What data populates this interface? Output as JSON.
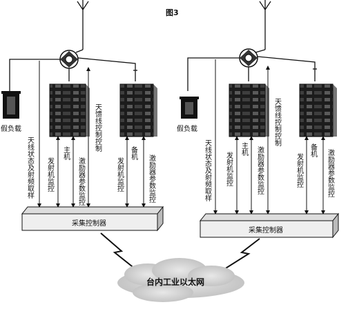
{
  "title": "图3",
  "systems": [
    {
      "dummy_load": "假负载",
      "antenna_status": "天线状态及射频取样",
      "main_tx_monitor": "发射机监控",
      "main_unit": "主机",
      "exciter_monitor_main": "激励器参数监控",
      "feeder_control": "天馈线控制控制",
      "backup_tx_monitor": "发射机监控",
      "backup_unit": "备机",
      "exciter_monitor_backup": "激励器参数监控",
      "controller": "采集控制器"
    },
    {
      "dummy_load": "假负载",
      "antenna_status": "天线状态及射频取样",
      "main_tx_monitor": "发射机监控",
      "main_unit": "主机",
      "exciter_monitor_main": "激励器参数监控",
      "feeder_control": "天馈线控制控制",
      "backup_tx_monitor": "发射机监控",
      "backup_unit": "备机",
      "exciter_monitor_backup": "激励器参数监控",
      "controller": "采集控制器"
    }
  ],
  "network": "台内工业以太网",
  "icons": {
    "antenna": "antenna-icon",
    "coax_switch": "coax-switch-icon",
    "transmitter": "transmitter-rack-icon",
    "dummy_load": "dummy-load-icon",
    "network_link": "lightning-link-icon",
    "network_cloud": "cloud-icon"
  }
}
